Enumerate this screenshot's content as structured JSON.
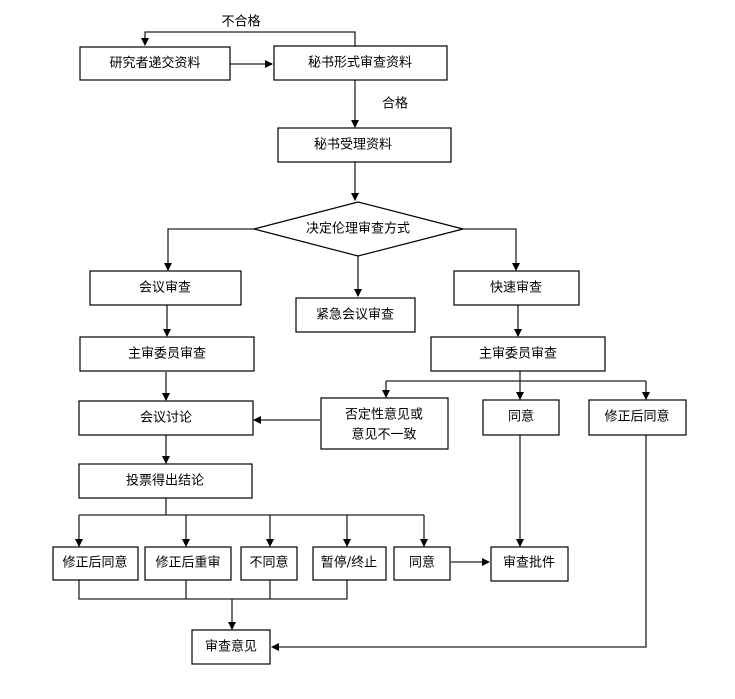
{
  "diagram": {
    "type": "flowchart",
    "nodes": {
      "submit": "研究者递交资料",
      "form_review": "秘书形式审查资料",
      "accept": "秘书受理资料",
      "decide": "决定伦理审查方式",
      "meeting_review": "会议审查",
      "emergency_review": "紧急会议审查",
      "fast_review": "快速审查",
      "main_reviewer_left": "主审委员审查",
      "main_reviewer_right": "主审委员审查",
      "meeting_discussion": "会议讨论",
      "negative_line1": "否定性意见或",
      "negative_line2": "意见不一致",
      "agree_right": "同意",
      "modify_agree_right": "修正后同意",
      "vote": "投票得出结论",
      "modify_agree": "修正后同意",
      "modify_resubmit": "修正后重审",
      "disagree": "不同意",
      "suspend_terminate": "暂停/终止",
      "agree_bottom": "同意",
      "approval": "审查批件",
      "opinion": "审查意见"
    },
    "edge_labels": {
      "fail": "不合格",
      "pass": "合格"
    },
    "edges": [
      [
        "submit",
        "form_review",
        ""
      ],
      [
        "form_review",
        "submit",
        "不合格"
      ],
      [
        "form_review",
        "accept",
        "合格"
      ],
      [
        "accept",
        "decide",
        ""
      ],
      [
        "decide",
        "meeting_review",
        ""
      ],
      [
        "decide",
        "emergency_review",
        ""
      ],
      [
        "decide",
        "fast_review",
        ""
      ],
      [
        "meeting_review",
        "main_reviewer_left",
        ""
      ],
      [
        "main_reviewer_left",
        "meeting_discussion",
        ""
      ],
      [
        "fast_review",
        "main_reviewer_right",
        ""
      ],
      [
        "main_reviewer_right",
        "negative",
        ""
      ],
      [
        "main_reviewer_right",
        "agree_right",
        ""
      ],
      [
        "main_reviewer_right",
        "modify_agree_right",
        ""
      ],
      [
        "negative",
        "meeting_discussion",
        ""
      ],
      [
        "meeting_discussion",
        "vote",
        ""
      ],
      [
        "vote",
        "modify_agree",
        ""
      ],
      [
        "vote",
        "modify_resubmit",
        ""
      ],
      [
        "vote",
        "disagree",
        ""
      ],
      [
        "vote",
        "suspend_terminate",
        ""
      ],
      [
        "vote",
        "agree_bottom",
        ""
      ],
      [
        "agree_bottom",
        "approval",
        ""
      ],
      [
        "agree_right",
        "approval",
        ""
      ],
      [
        "modify_agree",
        "opinion",
        ""
      ],
      [
        "modify_resubmit",
        "opinion",
        ""
      ],
      [
        "disagree",
        "opinion",
        ""
      ],
      [
        "suspend_terminate",
        "opinion",
        ""
      ],
      [
        "modify_agree_right",
        "opinion",
        ""
      ]
    ]
  }
}
